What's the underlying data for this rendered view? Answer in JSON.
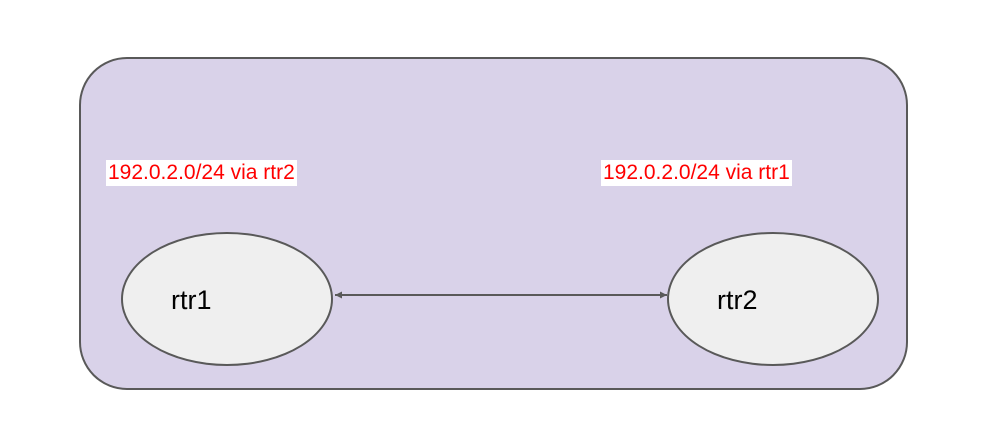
{
  "diagram": {
    "colors": {
      "zone_fill": "#d9d2e9",
      "zone_stroke": "#595959",
      "node_fill": "#efefef",
      "node_stroke": "#595959",
      "label_text": "#ff0000",
      "label_background": "#ffffff",
      "link_stroke": "#595959"
    },
    "nodes": [
      {
        "id": "rtr1",
        "label": "rtr1",
        "route": "192.0.2.0/24 via rtr2"
      },
      {
        "id": "rtr2",
        "label": "rtr2",
        "route": "192.0.2.0/24 via rtr1"
      }
    ],
    "links": [
      {
        "from": "rtr1",
        "to": "rtr2",
        "direction": "bidirectional"
      }
    ]
  }
}
